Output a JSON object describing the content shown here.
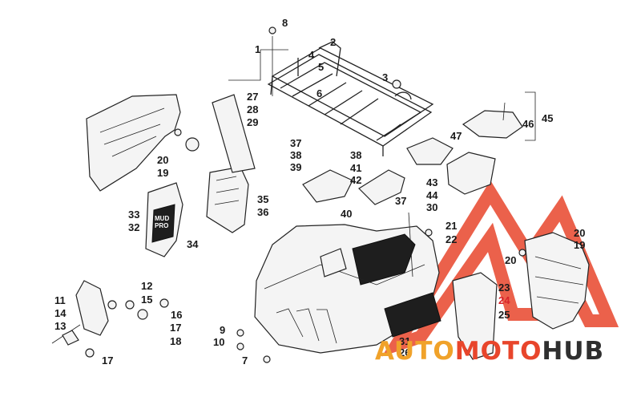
{
  "diagram": {
    "callouts": [
      {
        "id": "c1",
        "label": "1"
      },
      {
        "id": "c2",
        "label": "2"
      },
      {
        "id": "c3",
        "label": "3"
      },
      {
        "id": "c4",
        "label": "4"
      },
      {
        "id": "c5",
        "label": "5"
      },
      {
        "id": "c6",
        "label": "6"
      },
      {
        "id": "c7",
        "label": "7"
      },
      {
        "id": "c8",
        "label": "8"
      },
      {
        "id": "c9",
        "label": "9"
      },
      {
        "id": "c10",
        "label": "10"
      },
      {
        "id": "c11",
        "label": "11"
      },
      {
        "id": "c12",
        "label": "12"
      },
      {
        "id": "c13",
        "label": "13"
      },
      {
        "id": "c14",
        "label": "14"
      },
      {
        "id": "c15",
        "label": "15"
      },
      {
        "id": "c16",
        "label": "16"
      },
      {
        "id": "c17a",
        "label": "17"
      },
      {
        "id": "c17b",
        "label": "17"
      },
      {
        "id": "c18",
        "label": "18"
      },
      {
        "id": "c19a",
        "label": "19"
      },
      {
        "id": "c19b",
        "label": "19"
      },
      {
        "id": "c20a",
        "label": "20"
      },
      {
        "id": "c20b",
        "label": "20"
      },
      {
        "id": "c20c",
        "label": "20"
      },
      {
        "id": "c21",
        "label": "21"
      },
      {
        "id": "c22",
        "label": "22"
      },
      {
        "id": "c23",
        "label": "23"
      },
      {
        "id": "c24",
        "label": "24"
      },
      {
        "id": "c25",
        "label": "25"
      },
      {
        "id": "c26",
        "label": "26"
      },
      {
        "id": "c27",
        "label": "27"
      },
      {
        "id": "c28",
        "label": "28"
      },
      {
        "id": "c29",
        "label": "29"
      },
      {
        "id": "c30",
        "label": "30"
      },
      {
        "id": "c31",
        "label": "31"
      },
      {
        "id": "c32",
        "label": "32"
      },
      {
        "id": "c33",
        "label": "33"
      },
      {
        "id": "c34",
        "label": "34"
      },
      {
        "id": "c35",
        "label": "35"
      },
      {
        "id": "c36",
        "label": "36"
      },
      {
        "id": "c37a",
        "label": "37"
      },
      {
        "id": "c37b",
        "label": "37"
      },
      {
        "id": "c38a",
        "label": "38"
      },
      {
        "id": "c38b",
        "label": "38"
      },
      {
        "id": "c39",
        "label": "39"
      },
      {
        "id": "c40",
        "label": "40"
      },
      {
        "id": "c41",
        "label": "41"
      },
      {
        "id": "c42",
        "label": "42"
      },
      {
        "id": "c43",
        "label": "43"
      },
      {
        "id": "c44",
        "label": "44"
      },
      {
        "id": "c45",
        "label": "45"
      },
      {
        "id": "c46",
        "label": "46"
      },
      {
        "id": "c47",
        "label": "47"
      }
    ],
    "decal_text": "MUD PRO"
  },
  "watermark": {
    "part1": "AUTO",
    "part2": "MOTO",
    "part3": "HUB",
    "colors": {
      "auto": "#f0a22a",
      "moto": "#e8452b",
      "hub": "#2f2f2f",
      "triangle": "#e8452b"
    }
  }
}
